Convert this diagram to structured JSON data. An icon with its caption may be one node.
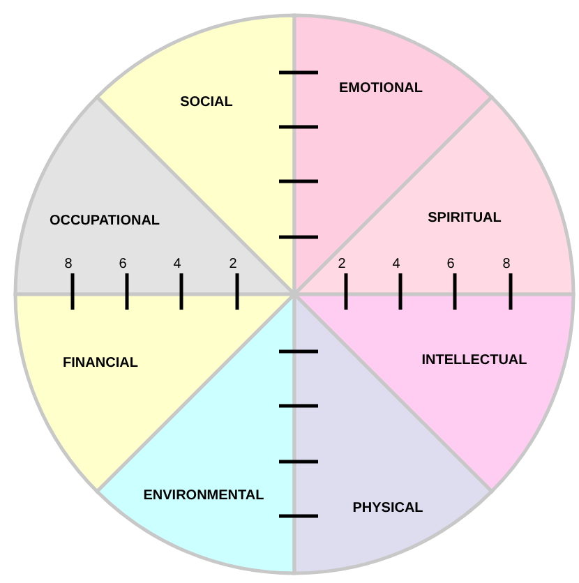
{
  "diagram": {
    "nodes": [
      {
        "text": [
          "SOCIAL"
        ]
      },
      {
        "text": [
          "EMOTIONAL"
        ]
      },
      {
        "text": [
          "OCCUPATIONAL"
        ]
      },
      {
        "text": [
          "SPIRITUAL"
        ]
      },
      {
        "text": [
          "FINANCIAL"
        ]
      },
      {
        "text": [
          "INTELLECTUAL"
        ]
      },
      {
        "text": [
          "ENVIRONMENTAL"
        ]
      },
      {
        "text": [
          "PHYSICAL"
        ]
      }
    ],
    "labels": [
      "8",
      "6",
      "4",
      "2",
      "2",
      "4",
      "6",
      "8"
    ]
  }
}
